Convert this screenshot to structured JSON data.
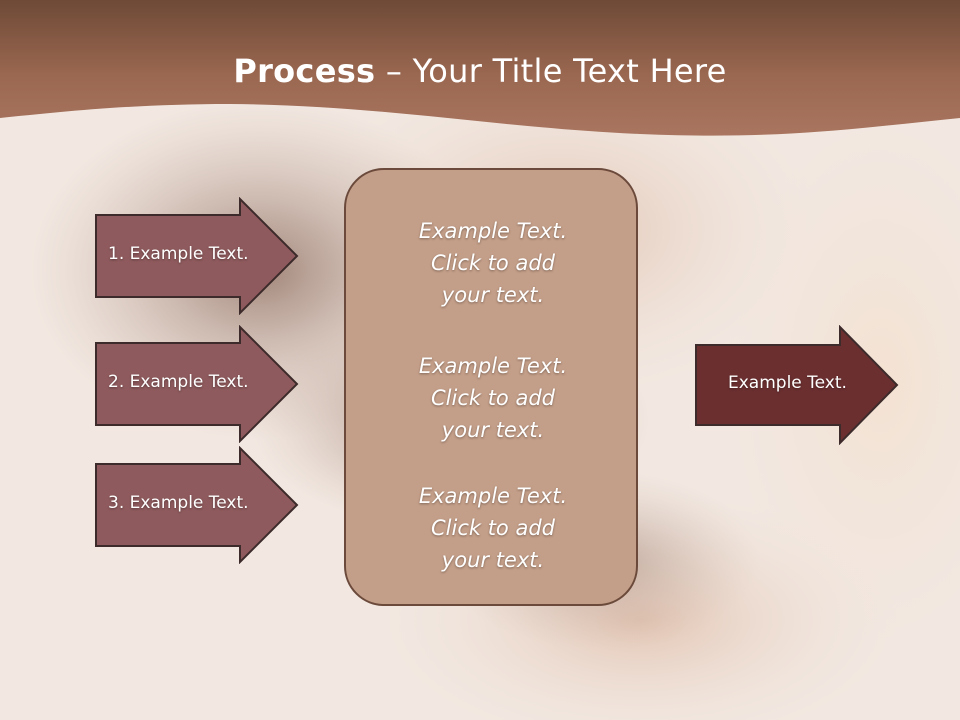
{
  "slide": {
    "title_bold": "Process",
    "title_rest": " – Your Title Text Here"
  },
  "left_arrows": [
    {
      "label": "1. Example Text."
    },
    {
      "label": "2. Example Text."
    },
    {
      "label": "3. Example Text."
    }
  ],
  "center_box": {
    "blocks": [
      {
        "text": "Example Text.\nClick  to add\nyour text."
      },
      {
        "text": "Example Text.\nClick  to add\nyour text."
      },
      {
        "text": "Example Text.\nClick  to add\nyour text."
      }
    ]
  },
  "right_arrow": {
    "label": "Example Text."
  },
  "colors": {
    "header": "#a26d55",
    "left_arrow_fill": "#8e5a5d",
    "right_arrow_fill": "#6b2f30",
    "center_box_fill": "#c39e88",
    "outline": "#3d2b2b"
  }
}
